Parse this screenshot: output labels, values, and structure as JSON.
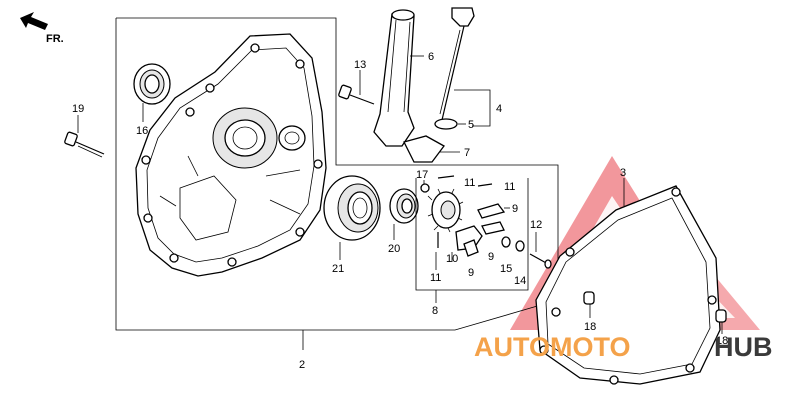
{
  "direction_label": "FR.",
  "callouts": {
    "c2": "2",
    "c3": "3",
    "c4": "4",
    "c5": "5",
    "c6": "6",
    "c7": "7",
    "c8": "8",
    "c9a": "9",
    "c9b": "9",
    "c9c": "9",
    "c10": "10",
    "c11a": "11",
    "c11b": "11",
    "c11c": "11",
    "c12": "12",
    "c13": "13",
    "c14": "14",
    "c15": "15",
    "c16": "16",
    "c17": "17",
    "c18a": "18",
    "c18b": "18",
    "c19": "19",
    "c20": "20",
    "c21": "21"
  },
  "watermark": {
    "part1": "AUTOMOTO",
    "part2": "HUB",
    "color_main": "#f4a24a",
    "color_hub": "#3a3a3a",
    "triangle_color": "#e4202a"
  }
}
